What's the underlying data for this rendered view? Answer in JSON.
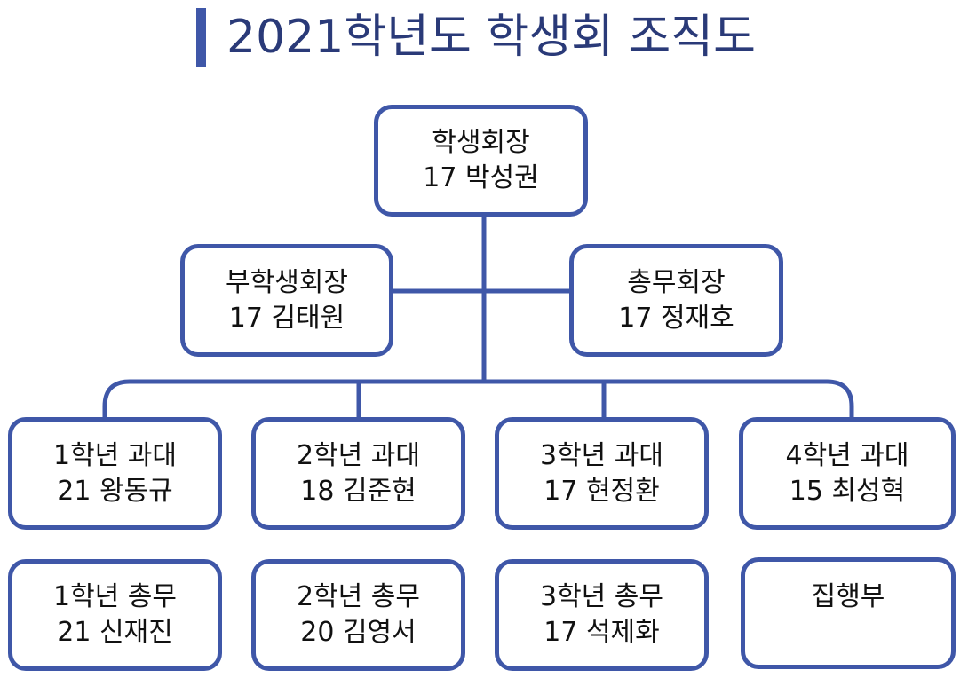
{
  "title": "2021학년도 학생회 조직도",
  "colors": {
    "accent": "#3f57a8",
    "title_text": "#2a3a78"
  },
  "nodes": {
    "president": {
      "role": "학생회장",
      "name": "17 박성권"
    },
    "vice_president": {
      "role": "부학생회장",
      "name": "17 김태원"
    },
    "general_manager": {
      "role": "총무회장",
      "name": "17 정재호"
    },
    "grade1_rep": {
      "role": "1학년 과대",
      "name": "21 왕동규"
    },
    "grade2_rep": {
      "role": "2학년 과대",
      "name": "18 김준현"
    },
    "grade3_rep": {
      "role": "3학년 과대",
      "name": "17 현정환"
    },
    "grade4_rep": {
      "role": "4학년 과대",
      "name": "15 최성혁"
    },
    "grade1_treasurer": {
      "role": "1학년 총무",
      "name": "21 신재진"
    },
    "grade2_treasurer": {
      "role": "2학년 총무",
      "name": "20 김영서"
    },
    "grade3_treasurer": {
      "role": "3학년 총무",
      "name": "17 석제화"
    },
    "executive_dept": {
      "role": "집행부"
    }
  }
}
